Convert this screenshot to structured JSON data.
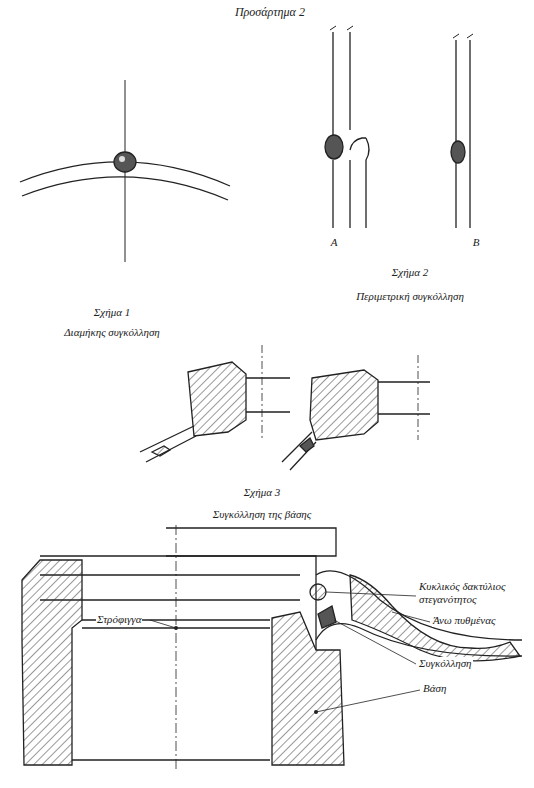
{
  "diagram": {
    "title": "Προσάρτημα 2",
    "labels": [
      "Σχήμα 1",
      "Διαμήκης συγκόλληση",
      "A",
      "B",
      "Σχήμα 2",
      "Περιμετρική συγκόλληση",
      "Σχήμα 3",
      "Συγκόλληση της βάσης",
      "Στρόφιγγα",
      "Κυκλικός δακτύλιος στεγανότητος",
      "Άνω πυθμένας",
      "Συγκόλληση",
      "Βάση"
    ]
  }
}
